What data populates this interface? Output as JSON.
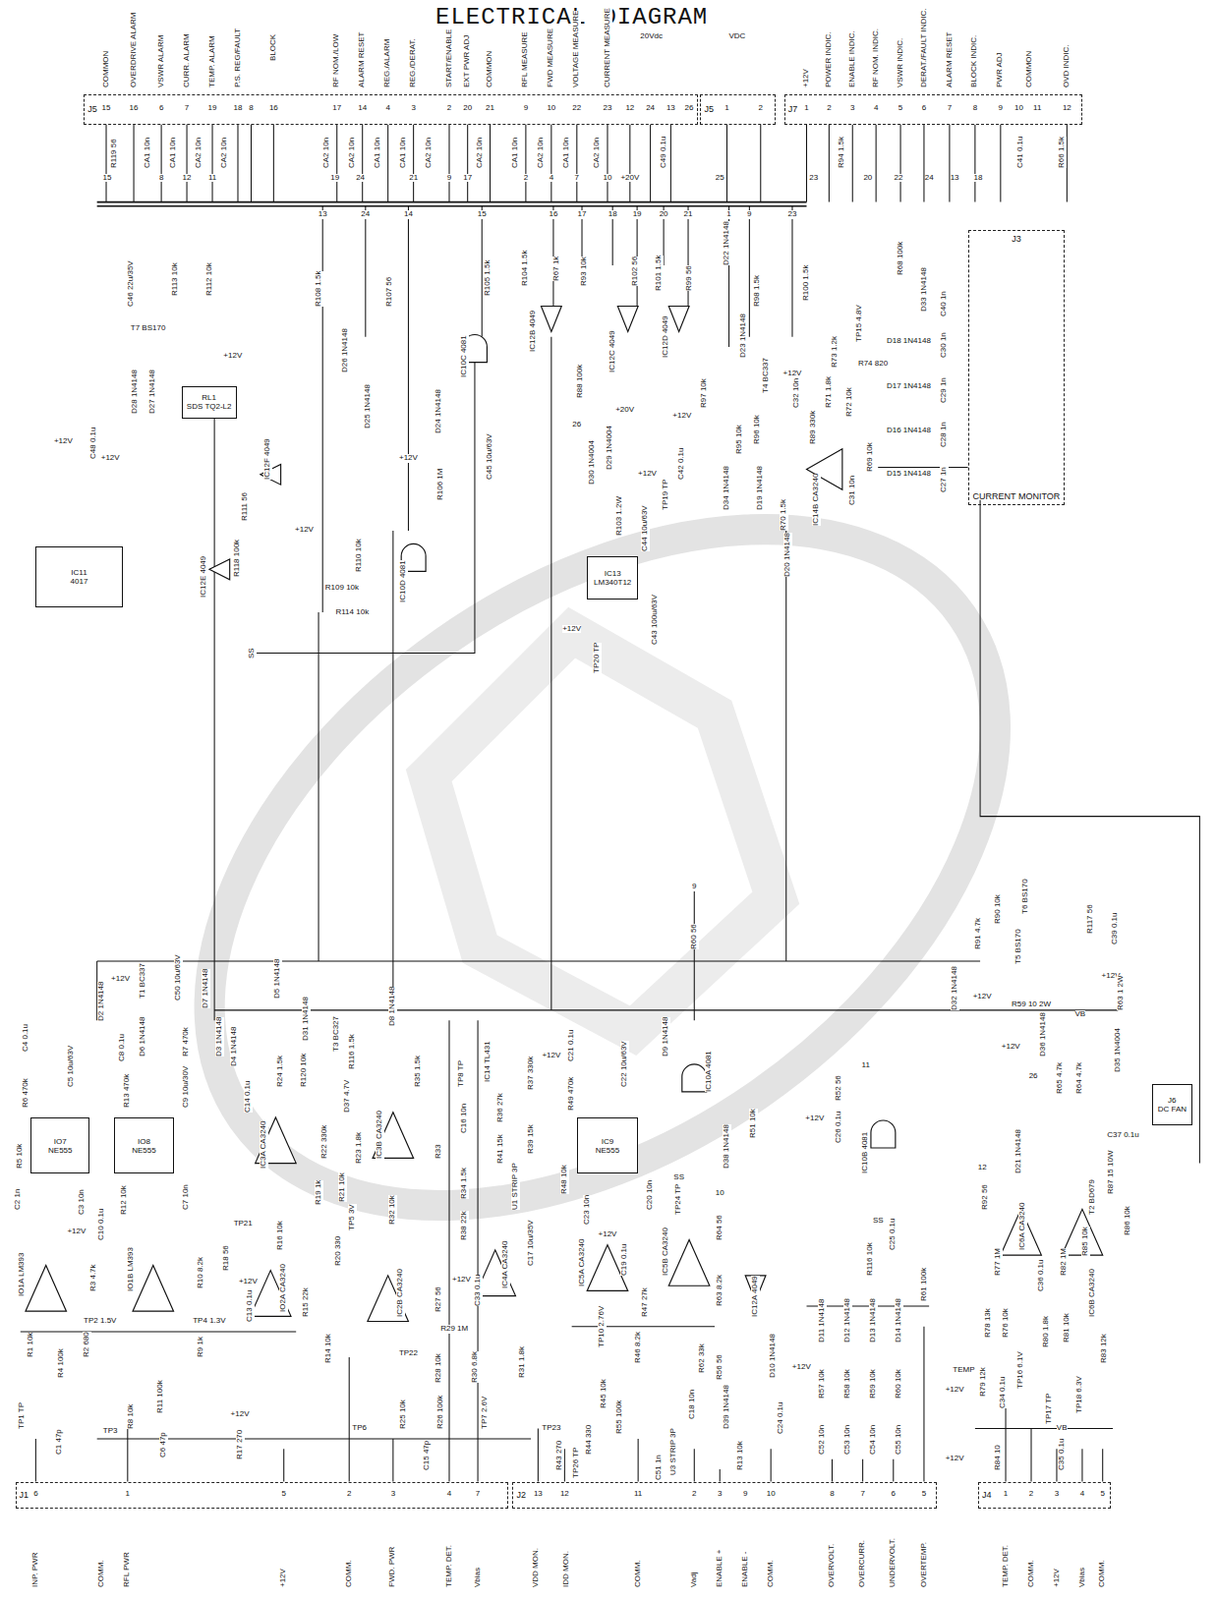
{
  "diagram": {
    "title": "ELECTRICAL DIAGRAM",
    "nodes": [
      {
        "text": [
          "J5"
        ]
      },
      {
        "text": [
          "J5"
        ]
      },
      {
        "text": [
          "J7"
        ]
      },
      {
        "text": [
          "J3",
          "CURRENT MONITOR"
        ]
      },
      {
        "text": [
          "RL1",
          "SDS TQ2-L2"
        ]
      },
      {
        "text": [
          "IC11",
          "4017"
        ]
      },
      {
        "text": [
          "IC13",
          "LM340T12"
        ]
      },
      {
        "text": [
          "J6",
          "DC FAN"
        ]
      },
      {
        "text": [
          "IO7",
          "NE555"
        ]
      },
      {
        "text": [
          "IO8",
          "NE555"
        ]
      },
      {
        "text": [
          "IC9",
          "NE555"
        ]
      },
      {
        "text": [
          "J1"
        ]
      },
      {
        "text": [
          "J2"
        ]
      },
      {
        "text": [
          "J4"
        ]
      }
    ],
    "labels": [
      "COMMON",
      "OVERDRIVE ALARM",
      "VSWR ALARM",
      "CURR. ALARM",
      "TEMP. ALARM",
      "P.S. REG/FAULT",
      "BLOCK",
      "RF NOM./LOW",
      "ALARM RESET",
      "REG./ALARM",
      "REG./DERAT.",
      "START/ENABLE",
      "EXT PWR ADJ",
      "COMMON",
      "RFL MEASURE",
      "FWD MEASURE",
      "VOLTAGE MEASURE",
      "CURRENT MEASURE",
      "20Vdc",
      "VDC",
      "+12V",
      "POWER INDIC.",
      "ENABLE INDIC.",
      "RF NOM. INDIC.",
      "VSWR INDIC.",
      "DERAT./FAULT INDIC.",
      "ALARM RESET",
      "BLOCK INDIC.",
      "PWR ADJ",
      "COMMON",
      "OVD INDIC.",
      "15",
      "16",
      "6",
      "7",
      "19",
      "18",
      "8",
      "16",
      "17",
      "14",
      "4",
      "3",
      "2",
      "20",
      "21",
      "9",
      "10",
      "22",
      "23",
      "12",
      "24",
      "13",
      "26",
      "1",
      "2",
      "1",
      "2",
      "3",
      "4",
      "5",
      "6",
      "7",
      "8",
      "9",
      "10",
      "11",
      "12",
      "R119 56",
      "CA1 10n",
      "CA1 10n",
      "CA2 10n",
      "CA2 10n",
      "CA2 10n",
      "CA2 10n",
      "CA1 10n",
      "CA1 10n",
      "CA2 10n",
      "CA2 10n",
      "CA1 10n",
      "CA2 10n",
      "CA1 10n",
      "CA2 10n",
      "C49 0.1u",
      "R94 1.5k",
      "C41 0.1u",
      "R66 1.5k",
      "15",
      "8",
      "12",
      "11",
      "19",
      "24",
      "21",
      "9",
      "17",
      "2",
      "4",
      "7",
      "10",
      "+20V",
      "25",
      "23",
      "20",
      "22",
      "24",
      "13",
      "18",
      "13",
      "24",
      "14",
      "15",
      "16",
      "17",
      "18",
      "19",
      "20",
      "21",
      "1",
      "9",
      "23",
      "C46 22u/35V",
      "R113 10k",
      "R112 10k",
      "T7 BS170",
      "+12V",
      "D28 1N4148",
      "D27 1N4148",
      "C48 0.1u",
      "+12V",
      "+12V",
      "R111 56",
      "R118 100k",
      "IC12F 4049",
      "IC12E 4049",
      "+12V",
      "R110 10k",
      "R109 10k",
      "R114 10k",
      "SS",
      "R108 1.5k",
      "D26 1N4148",
      "R107 56",
      "D25 1N4148",
      "IC10D 4081",
      "R105 1.5k",
      "IC10C 4081",
      "D24 1N4148",
      "R106 1M",
      "C45 10u/63V",
      "+12V",
      "IC12B 4049",
      "R104 1.5k",
      "R67 1k",
      "R93 10k",
      "R88 100k",
      "26",
      "IC12C 4049",
      "R102 56",
      "R101 1.5k",
      "R99 56",
      "IC12D 4049",
      "D22 1N4148",
      "R98 1.5k",
      "R100 1.5k",
      "D23 1N4148",
      "T4 BC337",
      "R97 10k",
      "+12V",
      "R96 10k",
      "R95 10k",
      "C42 0.1u",
      "+20V",
      "D29 1N4004",
      "D30 1N4004",
      "+12V",
      "R103 1.2W",
      "TP19 TP",
      "C44 10u/63V",
      "C43 100u/63V",
      "+12V",
      "TP20 TP",
      "D34 1N4148",
      "D19 1N4148",
      "R70 1.5k",
      "D20 1N4148",
      "IC14B CA3240",
      "C31 10n",
      "R69 10k",
      "R89 330k",
      "C32 10n",
      "+12V",
      "R71 1.8k",
      "R73 1.2k",
      "R72 10k",
      "TP15 4.8V",
      "R74 820",
      "R68 100k",
      "D33 1N4148",
      "C40 1n",
      "D18 1N4148",
      "C30 1n",
      "D17 1N4148",
      "C29 1n",
      "D16 1N4148",
      "C28 1n",
      "D15 1N4148",
      "C27 1n",
      "9",
      "R60 56",
      "R91 4.7k",
      "R90 10k",
      "T6 BS170",
      "R117 56",
      "C39 0.1u",
      "+12V",
      "T5 BS170",
      "D32 1N4148",
      "+12V",
      "R59 10 2W",
      "VB",
      "D36 1N4148",
      "R63 1 2W",
      "D35 1N4004",
      "+12V",
      "R65 4.7k",
      "R64 4.7k",
      "26",
      "C37 0.1u",
      "R87 15 10W",
      "T2 BD679",
      "R86 10k",
      "R85 10k",
      "IC6B CA3240",
      "IC6A CA3240",
      "D21 1N4148",
      "R92 56",
      "12",
      "R77 1M",
      "C36 0.1u",
      "R82 1M",
      "R78 13k",
      "R76 10k",
      "TP16 6.1V",
      "R80 1.8k",
      "R81 10k",
      "R83 12k",
      "TP18 6.3V",
      "TP17 TP",
      "R79 12k",
      "C34 0.1u",
      "C35 0.1u",
      "R84 10",
      "+12V",
      "+12V",
      "TEMP",
      "VB",
      "R52 56",
      "11",
      "C26 0.1u",
      "+12V",
      "IC10B 4081",
      "C25 0.1u",
      "R116 10k",
      "SS",
      "R61 100k",
      "D11 1N4148",
      "D12 1N4148",
      "D13 1N4148",
      "D14 1N4148",
      "R57 10k",
      "R58 10k",
      "R59 10k",
      "R60 10k",
      "C52 10n",
      "C53 10n",
      "C54 10n",
      "C55 10n",
      "+12V",
      "R49 470k",
      "C21 0.1u",
      "+12V",
      "C22 10u/63V",
      "R48 10k",
      "C23 10n",
      "C20 10n",
      "D9 1N4148",
      "IC10A 4081",
      "D38 1N4148",
      "R51 10k",
      "SS",
      "IC5A CA3240",
      "C19 0.1u",
      "+12V",
      "IC5B CA3240",
      "TP24 TP",
      "10",
      "R64 56",
      "R63 8.2k",
      "R47 27k",
      "TP10 2.76V",
      "R46 8.2k",
      "R62 33k",
      "C18 10n",
      "R56 56",
      "IC12A 4049",
      "D10 1N4148",
      "D39 1N4148",
      "R13 10k",
      "C24 0.1u",
      "R45 10k",
      "R55 100k",
      "R43 270",
      "R44 330",
      "TP23",
      "TP26 TP",
      "U3 STRIP 3P",
      "C51 1n",
      "D8 1N4148",
      "R35 1.5k",
      "IC3B CA3240",
      "R32 10k",
      "IC2B CA3240",
      "R27 56",
      "TP22",
      "R28 10k",
      "R29 1M",
      "C33 0.1u",
      "+12V",
      "IC4A CA3240",
      "R30 6.8k",
      "R31 1.8k",
      "TP7 2.6V",
      "R25 10k",
      "R26 100k",
      "C15 47p",
      "TP6",
      "R33",
      "R34 1.5k",
      "C16 10n",
      "TP8 TP",
      "IC14 TL431",
      "R36 27k",
      "R37 330k",
      "R41 15k",
      "R39 15k",
      "U1 STRIP 3P",
      "R38 22k",
      "C17 10u/35V",
      "TP5 3V",
      "R20 330",
      "R21 10k",
      "R19 1k",
      "R22 330k",
      "R23 1.8k",
      "D37 4.7V",
      "T3 BC327",
      "R116 1.5k",
      "R24 1.5k",
      "R120 10k",
      "D31 1N4148",
      "D5 1N4148",
      "IC3A CA3240",
      "C14 0.1u",
      "R16 10k",
      "R18 56",
      "TP21",
      "IO2A CA3240",
      "C13 0.1u",
      "+12V",
      "R15 22k",
      "R14 10k",
      "R17 270",
      "+12V",
      "T1 BC337",
      "+12V",
      "C50 10u/63V",
      "D7 1N4148",
      "D6 1N4148",
      "R7 470k",
      "D3 1N4148",
      "D4 1N4148",
      "D2 1N4148",
      "R6 470k",
      "C4 0.1u",
      "C5 10u/63V",
      "R5 10k",
      "C3 10n",
      "C2 1n",
      "IO1A LM393",
      "R3 4.7k",
      "C10 0.1u",
      "+12V",
      "TP2 1.5V",
      "R2 680",
      "R1 10k",
      "R4 100k",
      "TP1 TP",
      "C1 47p",
      "R13 470k",
      "C8 0.1u",
      "C9 10u/30V",
      "R12 10k",
      "C7 10n",
      "IO1B LM393",
      "R10 8.2k",
      "TP4 1.3V",
      "R9 1k",
      "R8 10k",
      "R11 100k",
      "TP3",
      "C6 47p",
      "6",
      "1",
      "5",
      "2",
      "3",
      "4",
      "7",
      "13",
      "12",
      "11",
      "2",
      "3",
      "9",
      "10",
      "8",
      "7",
      "6",
      "5",
      "1",
      "2",
      "3",
      "4",
      "5",
      "INP. PWR",
      "COMM.",
      "RFL PWR",
      "+12V",
      "COMM.",
      "FWD. PWR",
      "TEMP. DET.",
      "Vbias",
      "VDD MON.",
      "IDD MON.",
      "COMM.",
      "Vadj",
      "ENABLE +",
      "ENABLE -",
      "COMM.",
      "OVERVOLT.",
      "OVERCURR.",
      "UNDERVOLT.",
      "OVERTEMP.",
      "TEMP. DET.",
      "COMM.",
      "+12V",
      "Vbias",
      "COMM."
    ]
  }
}
